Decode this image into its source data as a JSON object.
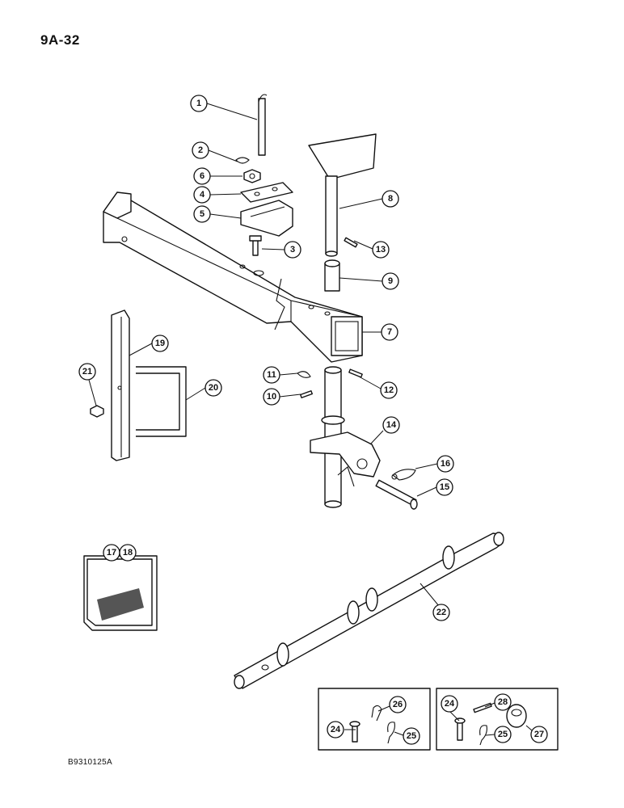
{
  "page": {
    "page_number": "9A-32",
    "figure_code": "B9310125A"
  },
  "callouts": {
    "c1": "1",
    "c2": "2",
    "c3": "3",
    "c4": "4",
    "c5": "5",
    "c6": "6",
    "c7": "7",
    "c8": "8",
    "c9": "9",
    "c10": "10",
    "c11": "11",
    "c12": "12",
    "c13": "13",
    "c14": "14",
    "c15": "15",
    "c16": "16",
    "c17": "17",
    "c18": "18",
    "c19": "19",
    "c20": "20",
    "c21": "21",
    "c22": "22",
    "c24a": "24",
    "c25a": "25",
    "c26": "26",
    "c24b": "24",
    "c25b": "25",
    "c27": "27",
    "c28": "28"
  }
}
